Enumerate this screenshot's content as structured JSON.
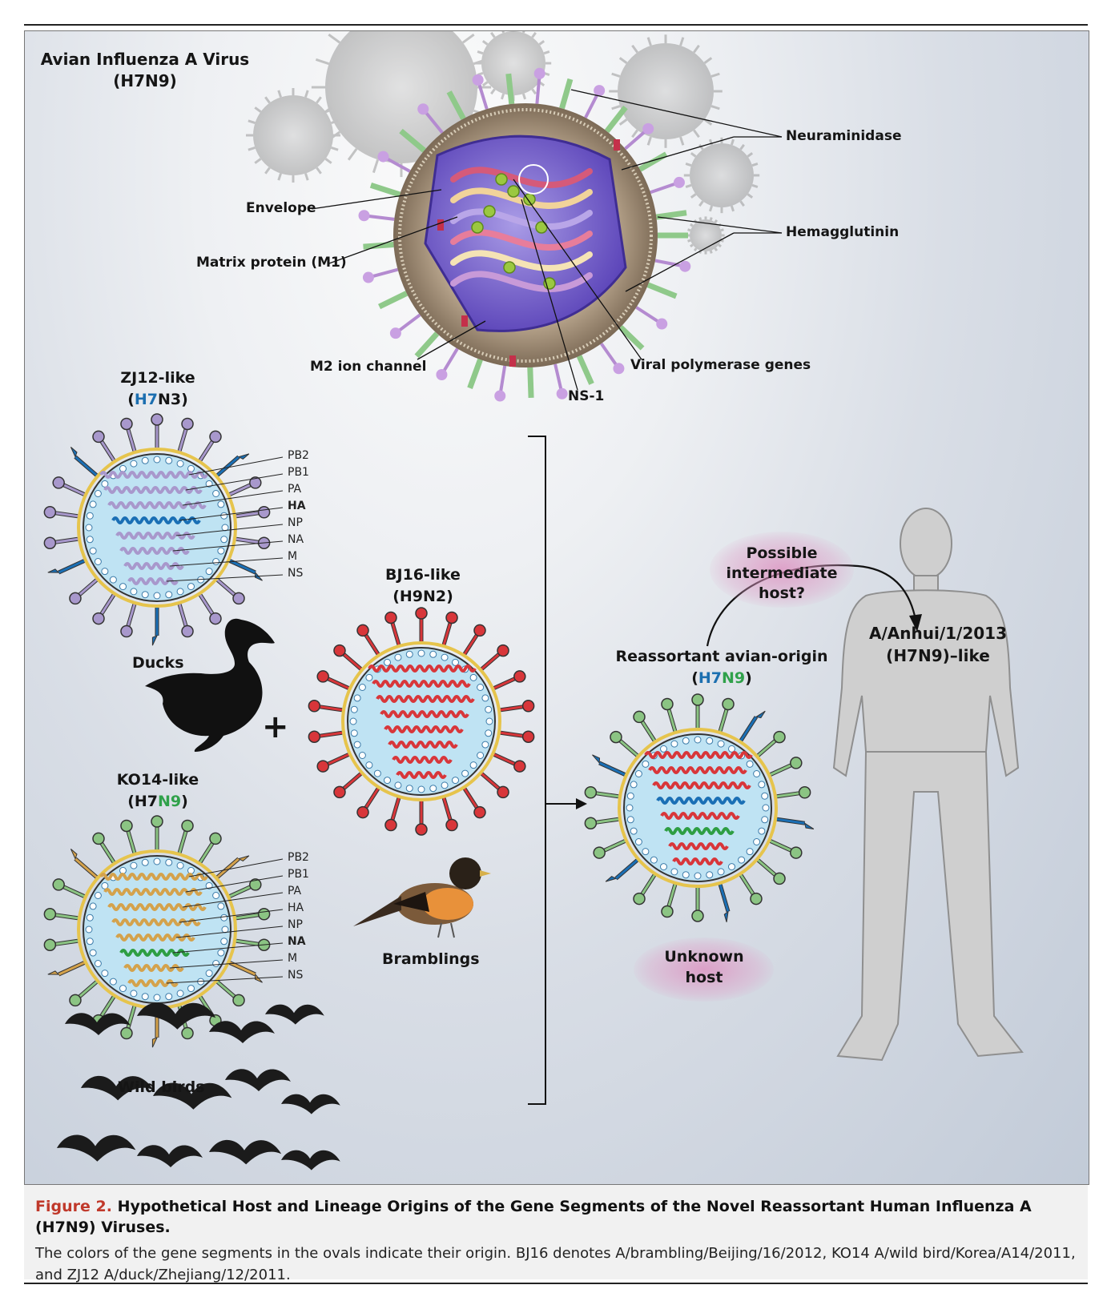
{
  "title": {
    "line1": "Avian Influenza A Virus",
    "line2": "(H7N9)"
  },
  "virion_labels": {
    "neuraminidase": "Neuraminidase",
    "hemagglutinin": "Hemagglutinin",
    "envelope": "Envelope",
    "matrix": "Matrix protein (M1)",
    "m2": "M2 ion channel",
    "ns1": "NS-1",
    "polymerase": "Viral polymerase genes"
  },
  "zj12": {
    "name": "ZJ12-like",
    "sub_open": "(",
    "sub_h": "H7",
    "sub_n": "N3",
    "sub_close": ")"
  },
  "bj16": {
    "name": "BJ16-like",
    "sub": "(H9N2)"
  },
  "ko14": {
    "name": "KO14-like",
    "sub_open": "(H7",
    "sub_n": "N9",
    "sub_close": ")"
  },
  "reassortant": {
    "name": "Reassortant avian-origin",
    "sub_open": "(",
    "sub_h": "H7",
    "sub_n": "N9",
    "sub_close": ")"
  },
  "segments": [
    "PB2",
    "PB1",
    "PA",
    "HA",
    "NP",
    "NA",
    "M",
    "NS"
  ],
  "hosts": {
    "ducks": "Ducks",
    "bramblings": "Bramblings",
    "wild_birds": "Wild birds",
    "intermediate": [
      "Possible",
      "intermediate",
      "host?"
    ],
    "unknown": [
      "Unknown",
      "host"
    ]
  },
  "plus": "+",
  "human_strain": {
    "line1": "A/Anhui/1/2013",
    "line2": "(H7N9)–like"
  },
  "caption": {
    "fig_label": "Figure 2.",
    "title": "Hypothetical Host and Lineage Origins of the Gene Segments of the Novel Reassortant Human Influenza A (H7N9) Viruses.",
    "body": "The colors of the gene segments in the ovals indicate their origin. BJ16 denotes A/brambling/Beijing/16/2012, KO14 A/wild bird/Korea/A14/2011, and ZJ12 A/duck/Zhejiang/12/2011."
  },
  "colors": {
    "zj12_segment": "#a898cc",
    "zj12_ha": "#1a6fb5",
    "ko14_segment": "#d4a24c",
    "ko14_na": "#2e9e43",
    "bj16_segment": "#d8363a",
    "capsid": "#bfe3f3",
    "caption_fig": "#c0392b"
  }
}
